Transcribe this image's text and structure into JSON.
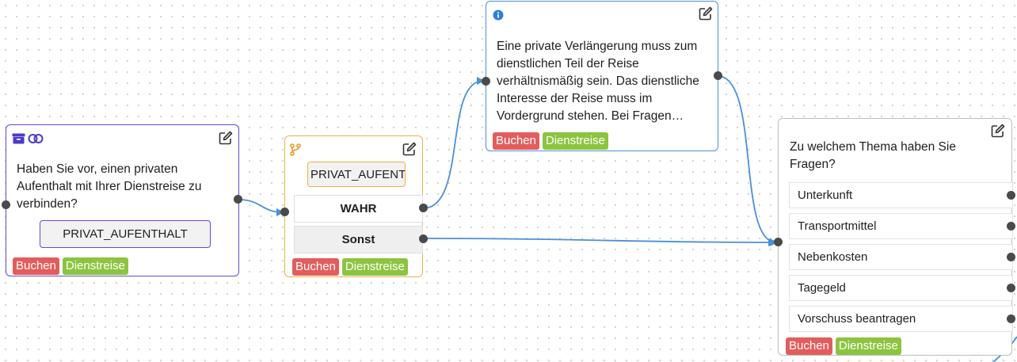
{
  "question_node": {
    "text": "Haben Sie vor, einen privaten Aufenthalt mit Ihrer Dienstreise zu verbinden?",
    "variable": "PRIVAT_AUFENTHALT",
    "tags": [
      "Buchen",
      "Dienstreise"
    ],
    "border_color": "#5f4bd6"
  },
  "condition_node": {
    "variable": "PRIVAT_AUFENT",
    "branches": [
      "WAHR",
      "Sonst"
    ],
    "tags": [
      "Buchen",
      "Dienstreise"
    ],
    "border_color": "#f0b04a"
  },
  "info_node": {
    "text": "Eine private Verlängerung muss zum dienstlichen Teil der Reise verhältnismäßig sein. Das dienstliche Interesse der Reise muss im Vordergrund stehen. Bei Fragen…",
    "tags": [
      "Buchen",
      "Dienstreise"
    ],
    "border_color": "#4a90d9"
  },
  "topic_node": {
    "text": "Zu welchem Thema haben Sie Fragen?",
    "options": [
      "Unterkunft",
      "Transportmittel",
      "Nebenkosten",
      "Tagegeld",
      "Vorschuss beantragen"
    ],
    "tags": [
      "Buchen",
      "Dienstreise"
    ],
    "border_color": "#bdbdbd"
  },
  "colors": {
    "edge": "#4a90d9",
    "tag_red": "#e35d5d",
    "tag_green": "#8cc43f"
  }
}
